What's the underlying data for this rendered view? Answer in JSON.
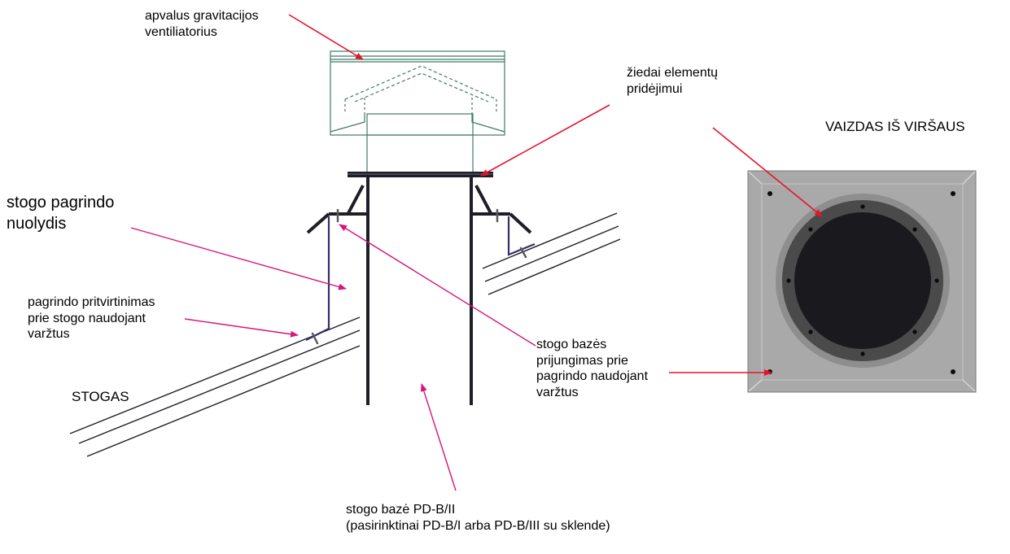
{
  "labels": {
    "fan": "apvalus gravitacijos\nventiliatorius",
    "rings": "žiedai elementų\npridėjimui",
    "top_view": "VAIZDAS IŠ VIRŠAUS",
    "slope": "stogo pagrindo\nnuolydis",
    "fixing": "pagrindo pritvirtinimas\nprie stogo naudojant\nvaržtus",
    "roof": "STOGAS",
    "connection": "stogo bazės\nprijungimas prie\npagrindo naudojant\nvaržtus",
    "base": "stogo bazė PD-B/II\n(pasirinktinai PD-B/I arba PD-B/III su sklende)"
  },
  "colors": {
    "arrow_red": "#e8132a",
    "arrow_magenta": "#d8137e",
    "fan_outline": "#3f7a68",
    "structure": "#1e1e28",
    "bracket_purple": "#3a2c66",
    "plate_gray": "#a9a9a9",
    "ring_gray": "#8e8e8e",
    "collar_dark": "#4a4a4a",
    "opening_black": "#1a1a1e"
  },
  "icons": [
    "arrow-icon"
  ]
}
